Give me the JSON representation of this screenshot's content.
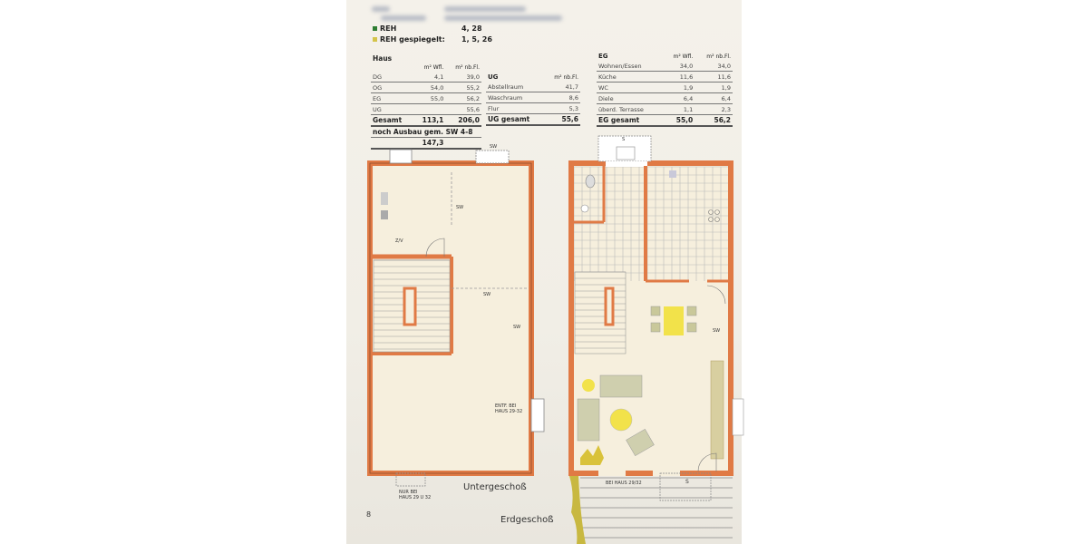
{
  "legend": [
    {
      "label": "REH",
      "value": "4, 28",
      "color": "#2e7d32"
    },
    {
      "label": "REH gespiegelt:",
      "value": "1, 5, 26",
      "color": "#d4c44a"
    }
  ],
  "haus": {
    "title": "Haus",
    "headers": [
      "",
      "m² Wfl.",
      "m² nb.Fl."
    ],
    "rows": [
      [
        "DG",
        "4,1",
        "39,0"
      ],
      [
        "OG",
        "54,0",
        "55,2"
      ],
      [
        "EG",
        "55,0",
        "56,2"
      ],
      [
        "UG",
        "",
        "55,6"
      ]
    ],
    "total": [
      "Gesamt",
      "113,1",
      "206,0"
    ],
    "extra_label": "noch Ausbau gem. SW 4-8",
    "extra_value": "147,3"
  },
  "ug": {
    "headers": [
      "UG",
      "m² nb.Fl."
    ],
    "rows": [
      [
        "Abstellraum",
        "41,7"
      ],
      [
        "Waschraum",
        "8,6"
      ],
      [
        "Flur",
        "5,3"
      ]
    ],
    "total": [
      "UG gesamt",
      "55,6"
    ]
  },
  "eg": {
    "headers": [
      "EG",
      "m² Wfl.",
      "m² nb.Fl."
    ],
    "rows": [
      [
        "Wohnen/Essen",
        "34,0",
        "34,0"
      ],
      [
        "Küche",
        "11,6",
        "11,6"
      ],
      [
        "WC",
        "1,9",
        "1,9"
      ],
      [
        "Diele",
        "6,4",
        "6,4"
      ],
      [
        "überd. Terrasse",
        "1,1",
        "2,3"
      ]
    ],
    "total": [
      "EG gesamt",
      "55,0",
      "56,2"
    ]
  },
  "plan_labels": {
    "sw": "SW",
    "zv": "Z/V",
    "entf": "ENTF. BEI HAUS 29-32",
    "nur": "NUR BEI HAUS 29 U 32",
    "bei": "BEI HAUS 29/32",
    "s": "S"
  },
  "captions": {
    "ug": "Untergeschoß",
    "eg": "Erdgeschoß"
  },
  "page_number": "8",
  "colors": {
    "wall": "#e07a45",
    "tile": "#b9b9b9",
    "furniture": "#c9c89a",
    "yellow": "#f2e24a"
  }
}
